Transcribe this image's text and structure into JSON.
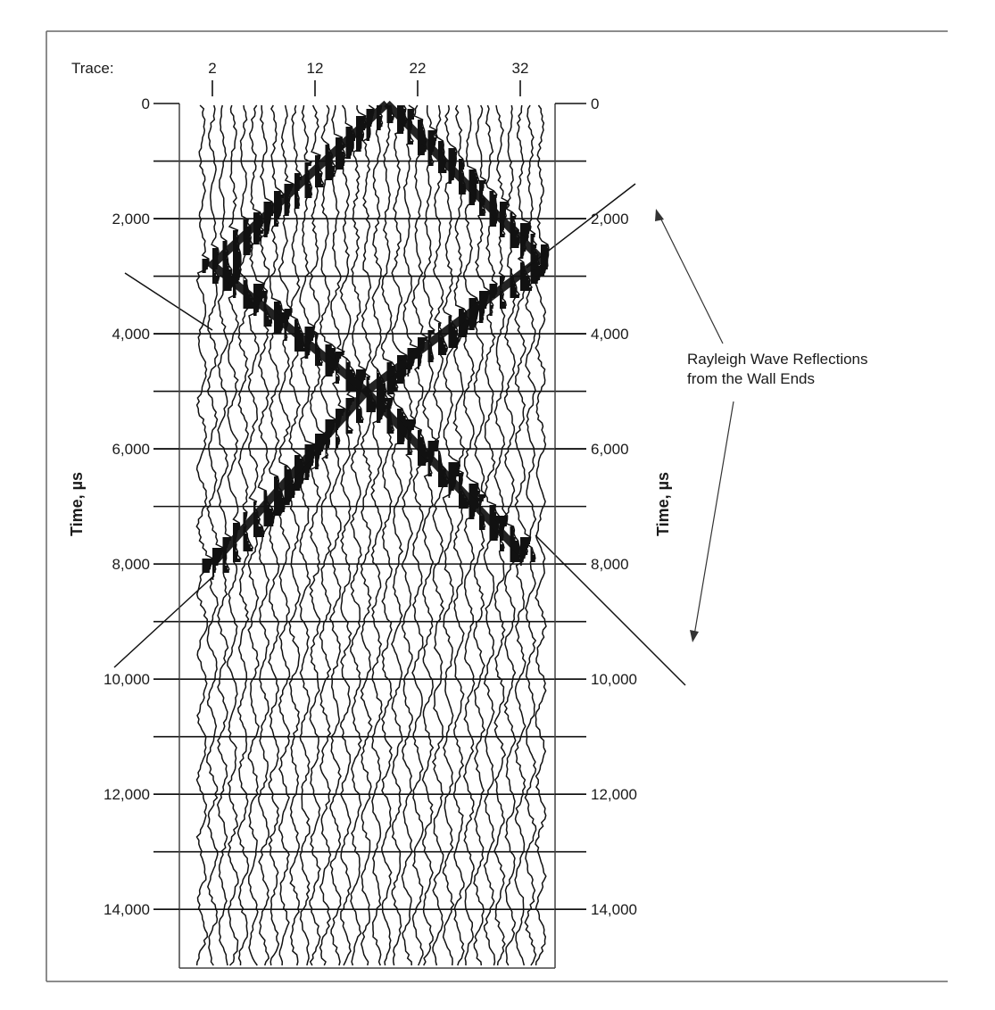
{
  "chart_data": {
    "type": "line",
    "trace_axis": {
      "label": "Trace:",
      "ticks": [
        2,
        12,
        22,
        32
      ],
      "range": [
        0,
        38
      ]
    },
    "time_axis": {
      "label": "Time, µs",
      "ticks": [
        0,
        2000,
        4000,
        6000,
        8000,
        10000,
        12000,
        14000
      ],
      "tick_labels": [
        "0",
        "2,000",
        "4,000",
        "6,000",
        "8,000",
        "10,000",
        "12,000",
        "14,000"
      ],
      "range": [
        0,
        15000
      ],
      "reversed": true,
      "gridline_step": 1000
    },
    "series": [
      {
        "points": [
          [
            19,
            0
          ],
          [
            2,
            2800
          ],
          [
            17,
            5000
          ],
          [
            2,
            8000
          ]
        ]
      },
      {
        "points": [
          [
            19,
            0
          ],
          [
            34,
            2700
          ],
          [
            17,
            5000
          ],
          [
            32,
            7800
          ]
        ]
      }
    ],
    "annotation": {
      "lines": [
        "Rayleigh Wave Reflections",
        "from the Wall Ends"
      ]
    },
    "grid": true,
    "colors": {
      "ink": "#111111",
      "frame": "#555555",
      "background": "#ffffff"
    }
  }
}
